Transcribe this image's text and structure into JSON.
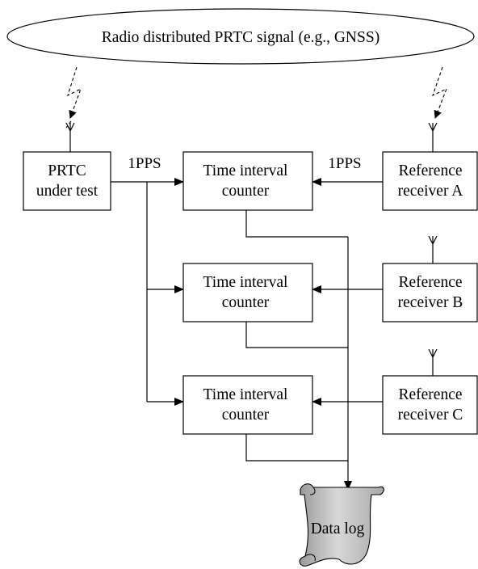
{
  "signal": {
    "label": "Radio distributed PRTC signal (e.g., GNSS)"
  },
  "prtc": {
    "line1": "PRTC",
    "line2": "under test"
  },
  "pps_left": "1PPS",
  "pps_right": "1PPS",
  "counters": [
    {
      "line1": "Time interval",
      "line2": "counter"
    },
    {
      "line1": "Time interval",
      "line2": "counter"
    },
    {
      "line1": "Time interval",
      "line2": "counter"
    }
  ],
  "receivers": [
    {
      "line1": "Reference",
      "line2": "receiver A"
    },
    {
      "line1": "Reference",
      "line2": "receiver B"
    },
    {
      "line1": "Reference",
      "line2": "receiver C"
    }
  ],
  "data_log": {
    "label": "Data log"
  }
}
